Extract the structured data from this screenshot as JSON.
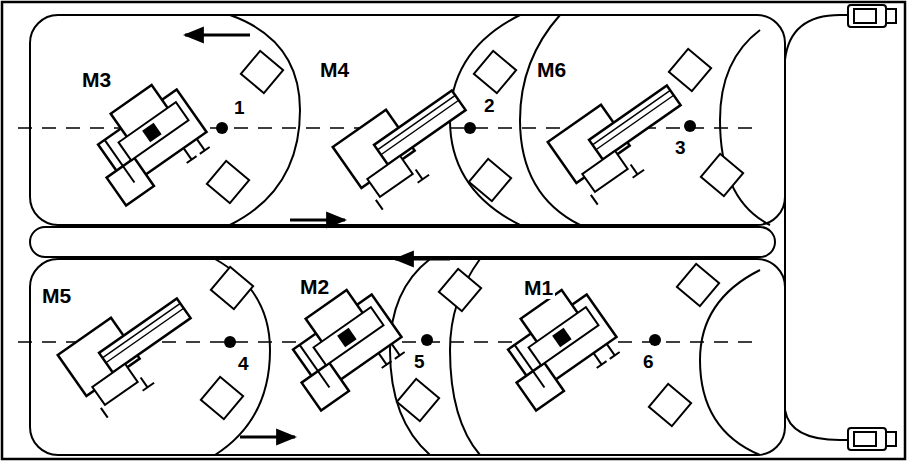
{
  "diagram": {
    "labels": [
      "M3",
      "M4",
      "M6",
      "M5",
      "M2",
      "M1",
      "1",
      "2",
      "3",
      "4",
      "5",
      "6"
    ]
  }
}
